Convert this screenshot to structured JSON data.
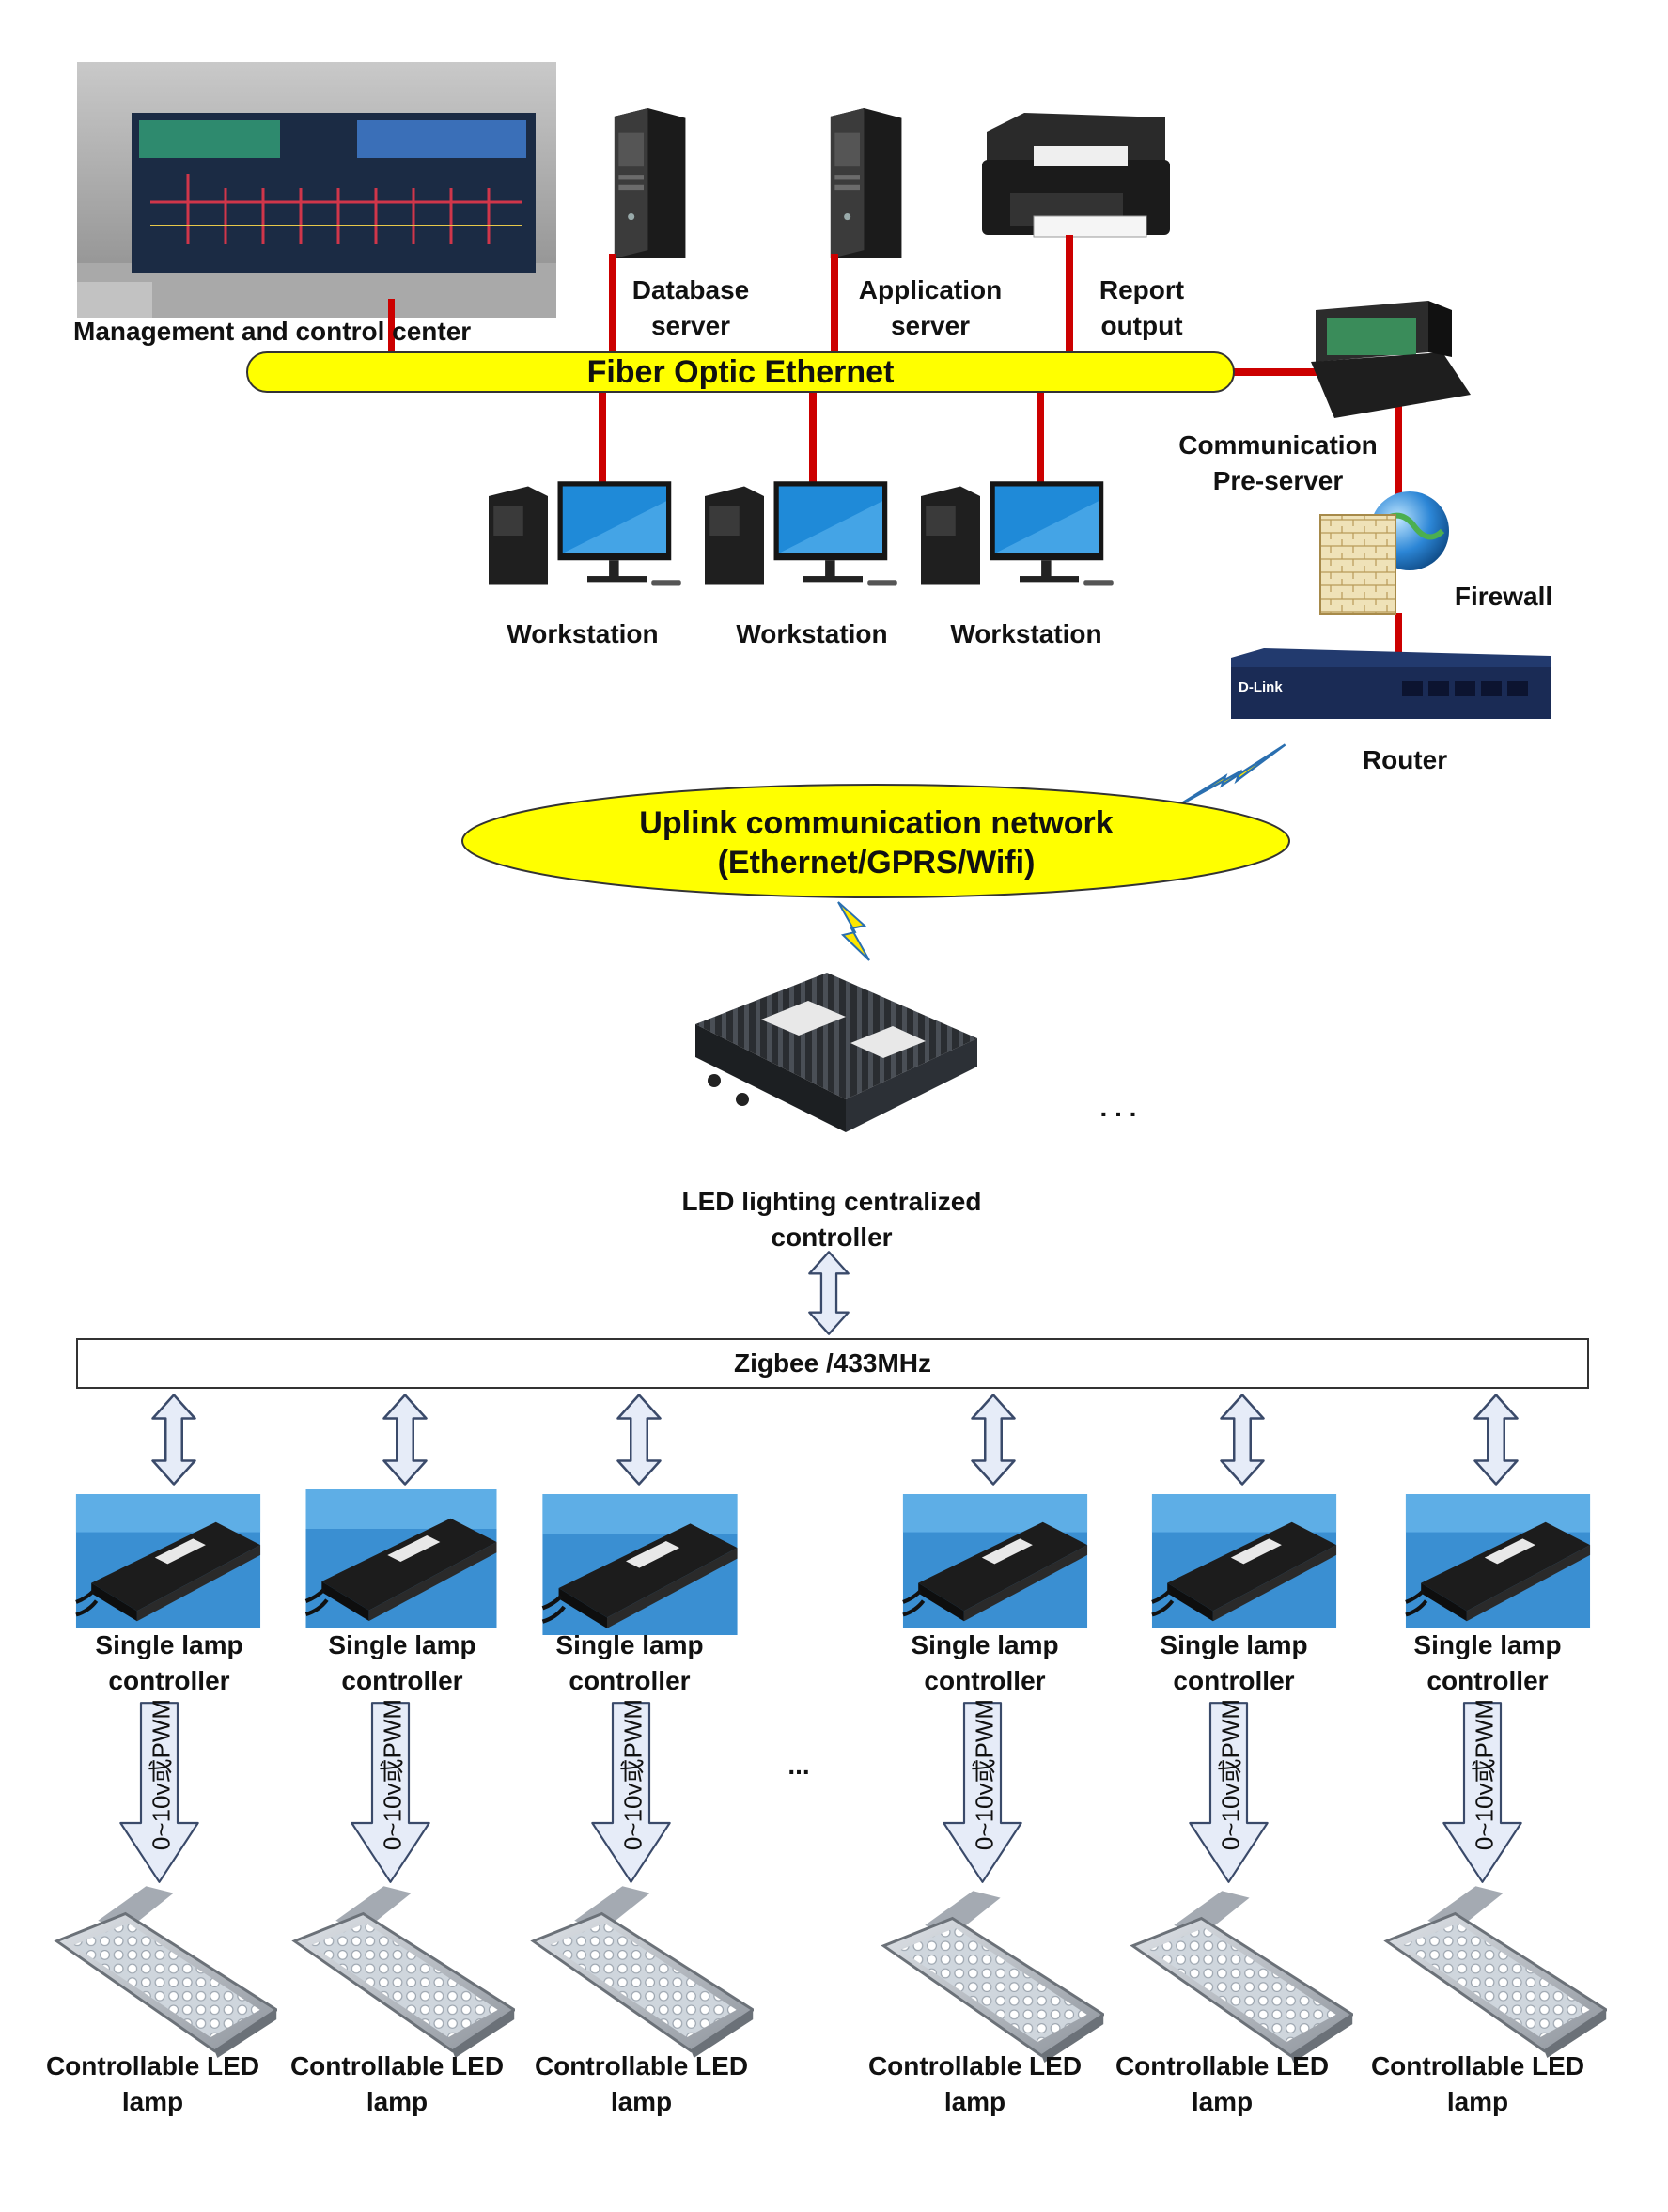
{
  "bus": {
    "fiber": "Fiber Optic Ethernet",
    "uplink_line1": "Uplink communication network",
    "uplink_line2": "(Ethernet/GPRS/Wifi)",
    "zigbee": "Zigbee /433MHz"
  },
  "nodes": {
    "management": "Management and control center",
    "database_l1": "Database",
    "database_l2": "server",
    "application_l1": "Application",
    "application_l2": "server",
    "report_l1": "Report",
    "report_l2": "output",
    "comm_l1": "Communication",
    "comm_l2": "Pre-server",
    "firewall": "Firewall",
    "router": "Router",
    "router_brand": "D-Link",
    "workstations": [
      "Workstation",
      "Workstation",
      "Workstation"
    ],
    "concentrator_l1": "LED lighting centralized",
    "concentrator_l2": "controller",
    "ellipsis_top": ". . .",
    "ellipsis_mid": "...",
    "controller_l1": "Single lamp",
    "controller_l2": "controller",
    "pwm": "0~10v或PWM",
    "lamp_l1": "Controllable LED",
    "lamp_l2": "lamp"
  },
  "colors": {
    "bus_fill": "#ffff00",
    "link_red": "#cc0000",
    "controller_bg": "#2f86c8",
    "arrow_fill": "#e6ecf8",
    "arrow_stroke": "#3a4a6a"
  },
  "icons": {
    "control_room": "video-wall-photo",
    "server": "tower-server-icon",
    "printer": "printer-icon",
    "workstation": "desktop-computer-icon",
    "pre_server": "rack-server-icon",
    "firewall": "firewall-globe-icon",
    "router": "router-icon",
    "wireless": "lightning-signal-icon",
    "concentrator": "concentrator-box-icon",
    "controller": "lamp-controller-icon",
    "lamp": "led-street-lamp-icon"
  }
}
